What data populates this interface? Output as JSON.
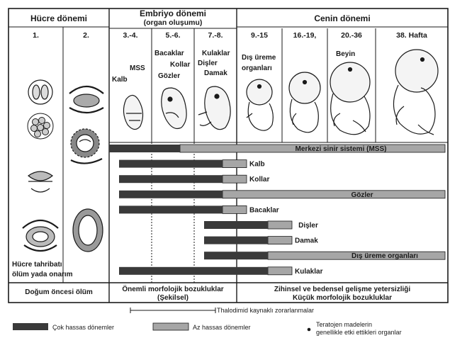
{
  "periods": {
    "cell": "Hücre dönemi",
    "embryo": "Embriyo dönemi",
    "embryo_sub": "(organ oluşumu)",
    "fetal": "Cenin dönemi"
  },
  "weeks": [
    "1.",
    "2.",
    "3.-4.",
    "5.-6.",
    "7.-8.",
    "9.-15",
    "16.-19,",
    "20.-36",
    "38. Hafta"
  ],
  "stage_labels": {
    "kalb": "Kalb",
    "mss": "MSS",
    "bacaklar": "Bacaklar",
    "kollar": "Kollar",
    "gozler": "Gözler",
    "kulaklar": "Kulaklar",
    "disler": "Dişler",
    "damak": "Damak",
    "dis_ureme_1": "Dış üreme",
    "dis_ureme_2": "organları",
    "beyin": "Beyin"
  },
  "cell_note": [
    "Hücre tahribatı",
    "ölüm yada onarım"
  ],
  "organs": [
    {
      "name": "Merkezi sinir sistemi (MSS)",
      "dark": [
        "3.-4.",
        "5.-6."
      ],
      "light": [
        "5.-6.",
        "38. Hafta"
      ],
      "inbar": true
    },
    {
      "name": "Kalb",
      "dark": [
        "3.-4.",
        "7.-8."
      ],
      "light": [
        "7.-8.",
        "9.-15"
      ],
      "inbar": false
    },
    {
      "name": "Kollar",
      "dark": [
        "3.-4.",
        "7.-8."
      ],
      "light": [
        "7.-8.",
        "9.-15"
      ],
      "inbar": false
    },
    {
      "name": "Gözler",
      "dark": [
        "3.-4.",
        "7.-8."
      ],
      "light": [
        "7.-8.",
        "38. Hafta"
      ],
      "inbar": true
    },
    {
      "name": "Bacaklar",
      "dark": [
        "3.-4.",
        "7.-8."
      ],
      "light": [
        "7.-8.",
        "9.-15"
      ],
      "inbar": false
    },
    {
      "name": "Dişler",
      "dark": [
        "7.-8.",
        "9.-15"
      ],
      "light": [
        "9.-15",
        "16.-19,"
      ],
      "inbar": true
    },
    {
      "name": "Damak",
      "dark": [
        "7.-8.",
        "9.-15"
      ],
      "light": [
        "9.-15",
        "16.-19,"
      ],
      "inbar": false
    },
    {
      "name": "Dış üreme organları",
      "dark": [
        "7.-8.",
        "9.-15"
      ],
      "light": [
        "9.-15",
        "38. Hafta"
      ],
      "inbar": true
    },
    {
      "name": "Kulaklar",
      "dark": [
        "3.-4.",
        "9.-15"
      ],
      "light": [
        "9.-15",
        "16.-19,"
      ],
      "inbar": false
    }
  ],
  "outcomes": {
    "prenatal_death": "Doğum öncesi ölüm",
    "major_1": "Önemli morfolojik bozukluklar",
    "major_2": "(Şekilsel)",
    "minor_1": "Zihinsel ve bedensel gelişme yetersizliği",
    "minor_2": "Küçük morfolojik bozukluklar"
  },
  "thalidomide": "Thalodimid kaynaklı zorarlanmalar",
  "legend": {
    "dark": "Çok hassas dönemler",
    "light": "Az hassas dönemler",
    "dot_1": "Teratojen madelerin",
    "dot_2": "genellikle etki ettikleri organlar"
  },
  "colors": {
    "dark": "#3a3a3a",
    "light": "#a6a6a6",
    "ink": "#1a1a1a"
  }
}
